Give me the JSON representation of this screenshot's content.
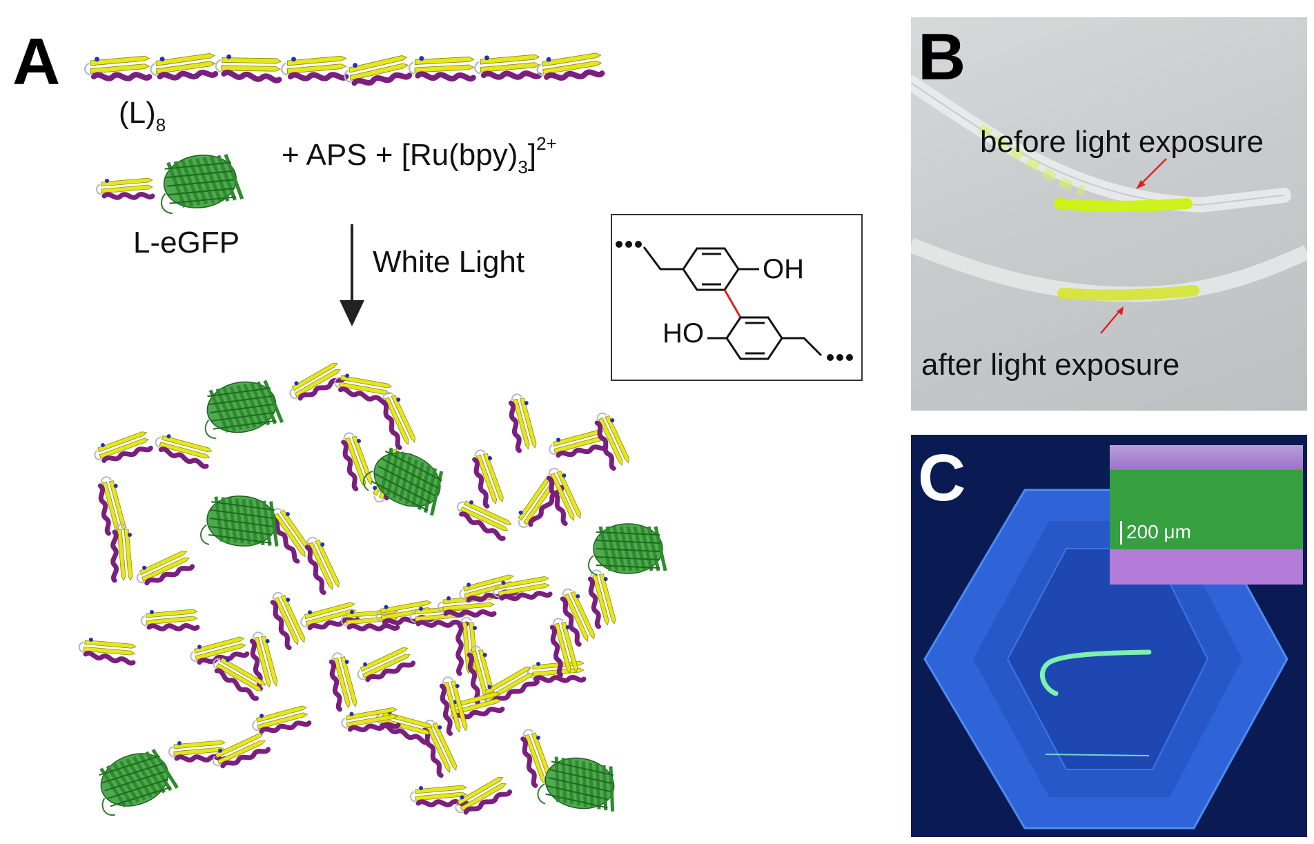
{
  "panels": {
    "a_label": "A",
    "b_label": "B",
    "c_label": "C"
  },
  "panel_a": {
    "chain_label_main": "(L)",
    "chain_label_sub": "8",
    "fusion_label": "L-eGFP",
    "reagents_main": "+  APS  +  [Ru(bpy)",
    "reagents_sub": "3",
    "reagents_close": "]",
    "reagents_sup": "2+",
    "arrow_label": "White Light",
    "structure_oh": "OH",
    "structure_ho": "HO"
  },
  "panel_b": {
    "label_before": "before light exposure",
    "label_after": "after light exposure"
  },
  "panel_c": {
    "scale_label": "200 μm"
  },
  "colors": {
    "helix": "#7a1f7e",
    "sheet": "#e6e61e",
    "barrel": "#2e8b2e",
    "loop_blue": "#2030c0",
    "arrow_red": "#e02020",
    "crosslink_bond": "#e02020"
  }
}
